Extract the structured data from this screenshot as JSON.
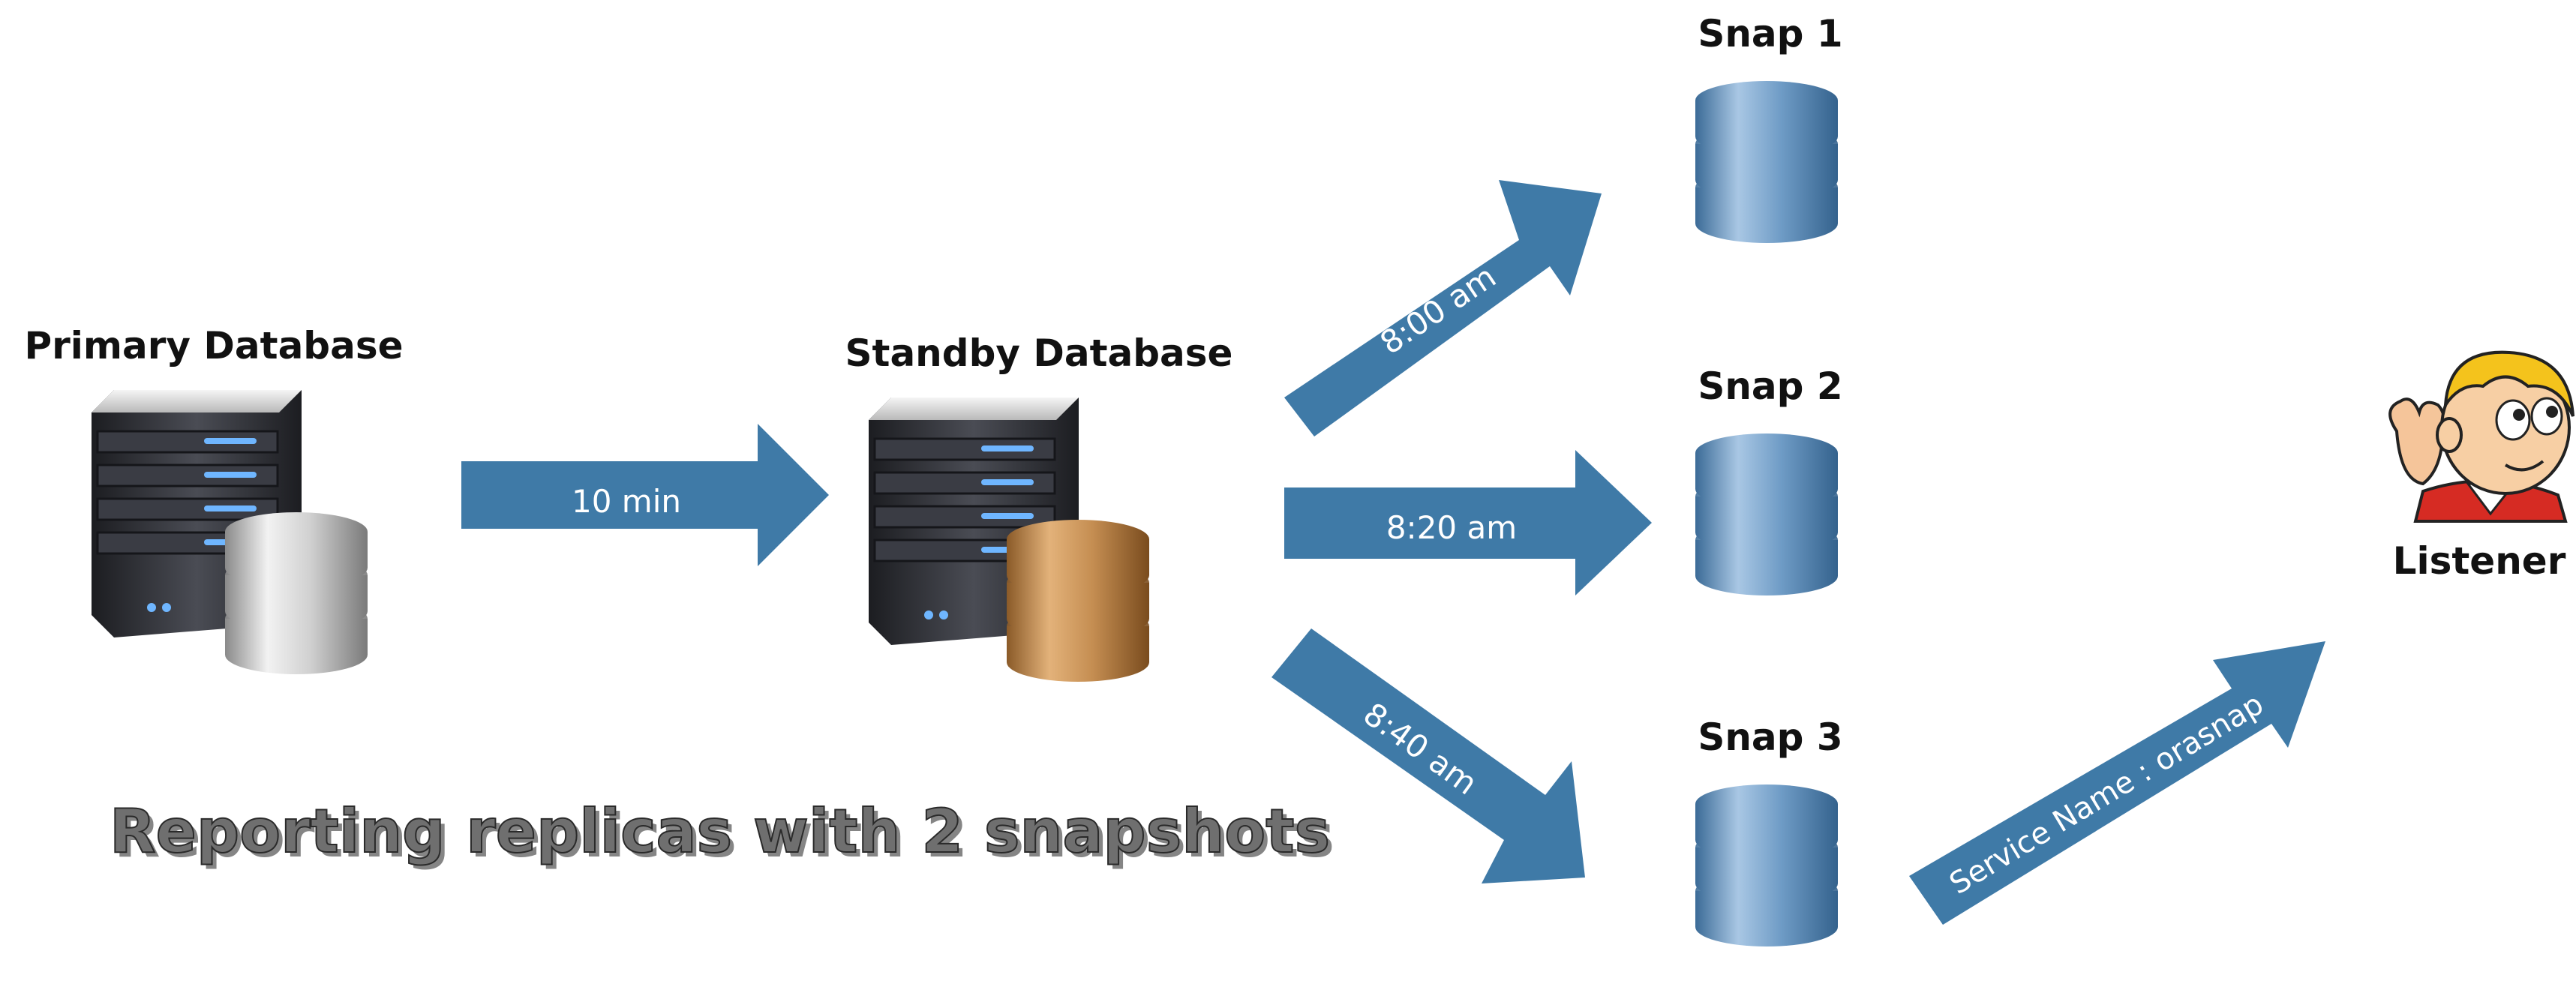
{
  "nodes": {
    "primary": "Primary Database",
    "standby": "Standby Database",
    "snap1": "Snap 1",
    "snap2": "Snap 2",
    "snap3": "Snap 3",
    "listener": "Listener"
  },
  "arrows": {
    "primary_to_standby": "10 min",
    "to_snap1": "8:00 am",
    "to_snap2": "8:20 am",
    "to_snap3": "8:40 am",
    "to_listener": "Service Name : orasnap"
  },
  "caption": "Reporting replicas with 2 snapshots",
  "colors": {
    "arrow": "#3f7aa7",
    "snap_db": "#5f8db8",
    "standby_db": "#c08a4c",
    "primary_db": "#c9c9c9",
    "server": "#2e3036"
  },
  "icons": {
    "server": "server-icon",
    "database": "database-icon",
    "listener": "cartoon-boy-listener-icon"
  }
}
